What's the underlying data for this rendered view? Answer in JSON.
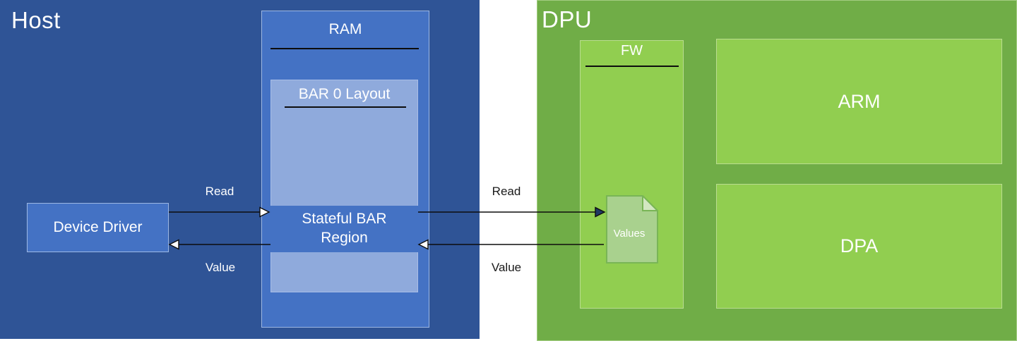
{
  "host": {
    "title": "Host",
    "ram": {
      "title": "RAM"
    },
    "bar0": {
      "title": "BAR 0 Layout"
    },
    "stateful_region": {
      "label": "Stateful BAR Region"
    },
    "device_driver": {
      "label": "Device Driver"
    },
    "arrows": {
      "read_label": "Read",
      "value_label": "Value"
    }
  },
  "interconnect": {
    "read_label": "Read",
    "value_label": "Value"
  },
  "dpu": {
    "title": "DPU",
    "fw": {
      "title": "FW"
    },
    "values_document": {
      "label": "Values"
    },
    "arm": {
      "label": "ARM"
    },
    "dpa": {
      "label": "DPA"
    }
  },
  "colors": {
    "host_background": "#2F5496",
    "blue_box": "#4472C4",
    "light_blue_box": "#8FAADC",
    "dpu_background": "#70AD47",
    "green_box": "#91CE50",
    "values_doc_fill": "#A9D18E",
    "arrow_line": "#0d0d0d",
    "filled_arrowhead": "#1F3864",
    "text_light": "#FFFFFF",
    "text_dark": "#1a1a1a"
  }
}
